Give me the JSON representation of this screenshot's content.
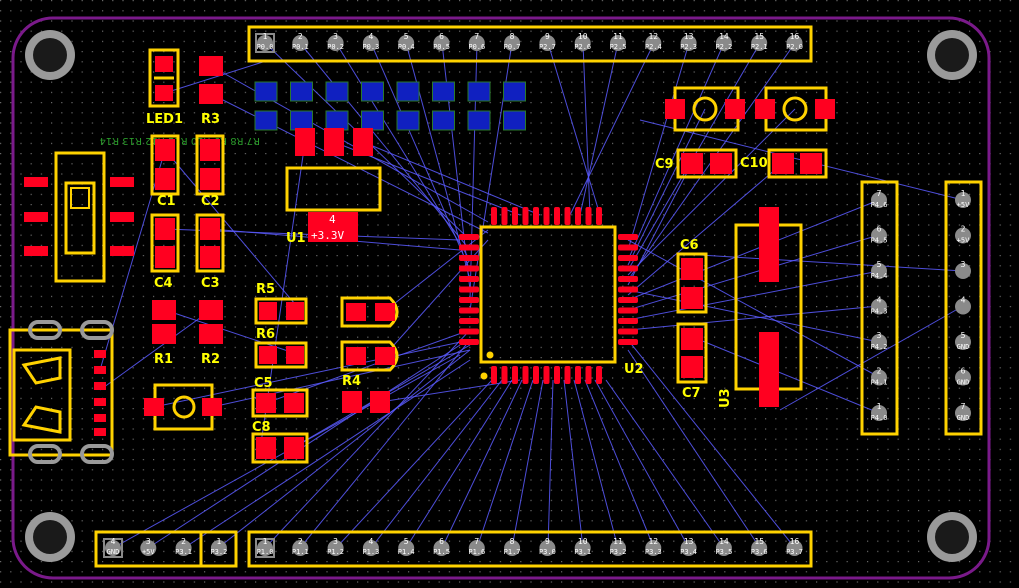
{
  "colors": {
    "board_outline": "#7a1a8a",
    "silkscreen": "#ffd200",
    "pad_top": "#ff0020",
    "pad_bottom": "#1020c0",
    "ratsnest": "#5b5bff",
    "through_hole": "#9a9a9a",
    "background": "#000000"
  },
  "labels": {
    "led1": "LED1",
    "r1": "R1",
    "r2": "R2",
    "r3": "R3",
    "r4": "R4",
    "r5": "R5",
    "r6": "R6",
    "c1": "C1",
    "c2": "C2",
    "c3": "C3",
    "c4": "C4",
    "c5": "C5",
    "c6": "C6",
    "c7": "C7",
    "c8": "C8",
    "c9": "C9",
    "c10": "C10",
    "u1": "U1",
    "u2": "U2",
    "u3": "U3",
    "u1_pin": "4",
    "u1_net": "+3.3V",
    "bottom_resistors": "R7  R8  R9  R10  R11  R12  R13  R14"
  },
  "headers": {
    "top": {
      "nums": [
        "1",
        "2",
        "3",
        "4",
        "5",
        "6",
        "7",
        "8",
        "9",
        "10",
        "11",
        "12",
        "13",
        "14",
        "15",
        "16"
      ],
      "names": [
        "P0.0",
        "P0.1",
        "P0.2",
        "P0.3",
        "P0.4",
        "P0.5",
        "P0.6",
        "P0.7",
        "P2.7",
        "P2.6",
        "P2.5",
        "P2.4",
        "P2.3",
        "P2.2",
        "P2.1",
        "P2.0"
      ]
    },
    "bottom_left": {
      "nums": [
        "4",
        "3",
        "2",
        "1"
      ],
      "names": [
        "GND",
        "+5V",
        "P3.1",
        "P3.2"
      ]
    },
    "bottom": {
      "nums": [
        "1",
        "2",
        "3",
        "4",
        "5",
        "6",
        "7",
        "8",
        "9",
        "10",
        "11",
        "12",
        "13",
        "14",
        "15",
        "16"
      ],
      "names": [
        "P1.0",
        "P1.1",
        "P1.2",
        "P1.3",
        "P1.4",
        "P1.5",
        "P1.6",
        "P1.7",
        "P3.0",
        "P3.1",
        "P3.2",
        "P3.3",
        "P3.4",
        "P3.5",
        "P3.6",
        "P3.7"
      ]
    },
    "right_a": {
      "nums": [
        "7",
        "6",
        "5",
        "4",
        "3",
        "2",
        "1"
      ],
      "names": [
        "P4.6",
        "P4.5",
        "P4.4",
        "P4.3",
        "P4.2",
        "P4.1",
        "P4.0"
      ]
    },
    "right_b": {
      "nums": [
        "1",
        "2",
        "3",
        "4",
        "5",
        "6",
        "7"
      ],
      "names": [
        "+5V",
        "+5V",
        "",
        "",
        "GND",
        "GND",
        "GND"
      ]
    }
  }
}
